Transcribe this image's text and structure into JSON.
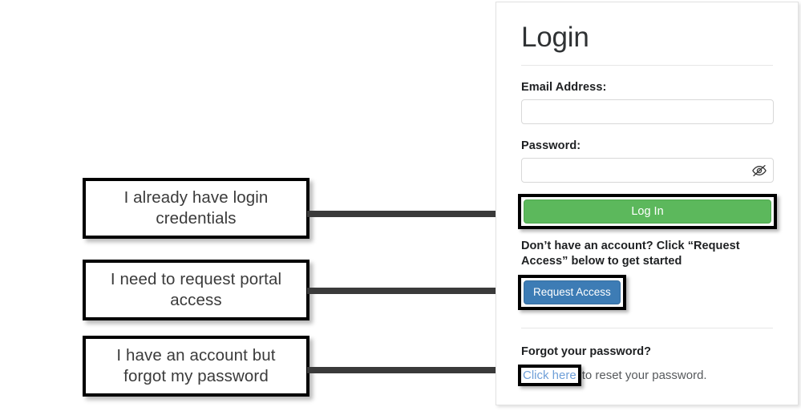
{
  "callouts": [
    {
      "id": "callout-1",
      "text": "I already have login credentials"
    },
    {
      "id": "callout-2",
      "text": "I need to request portal access"
    },
    {
      "id": "callout-3",
      "text": "I have an account but forgot my password"
    }
  ],
  "login_panel": {
    "title": "Login",
    "email": {
      "label": "Email Address:",
      "value": "",
      "placeholder": ""
    },
    "password": {
      "label": "Password:",
      "value": "",
      "placeholder": "",
      "toggle_icon": "eye-slash-icon"
    },
    "login_button": {
      "label": "Log In",
      "color": "#5cb85c"
    },
    "request_access": {
      "help_text": "Don’t have an account? Click “Request Access” below to get started",
      "button_label": "Request Access",
      "color": "#3d7cb5"
    },
    "forgot_password": {
      "heading": "Forgot your password?",
      "link_label": "Click here",
      "link_color": "#6f9fd8",
      "tail_text": " to reset your password."
    }
  },
  "arrows": {
    "color": "#3a3a3a",
    "count": 3
  }
}
